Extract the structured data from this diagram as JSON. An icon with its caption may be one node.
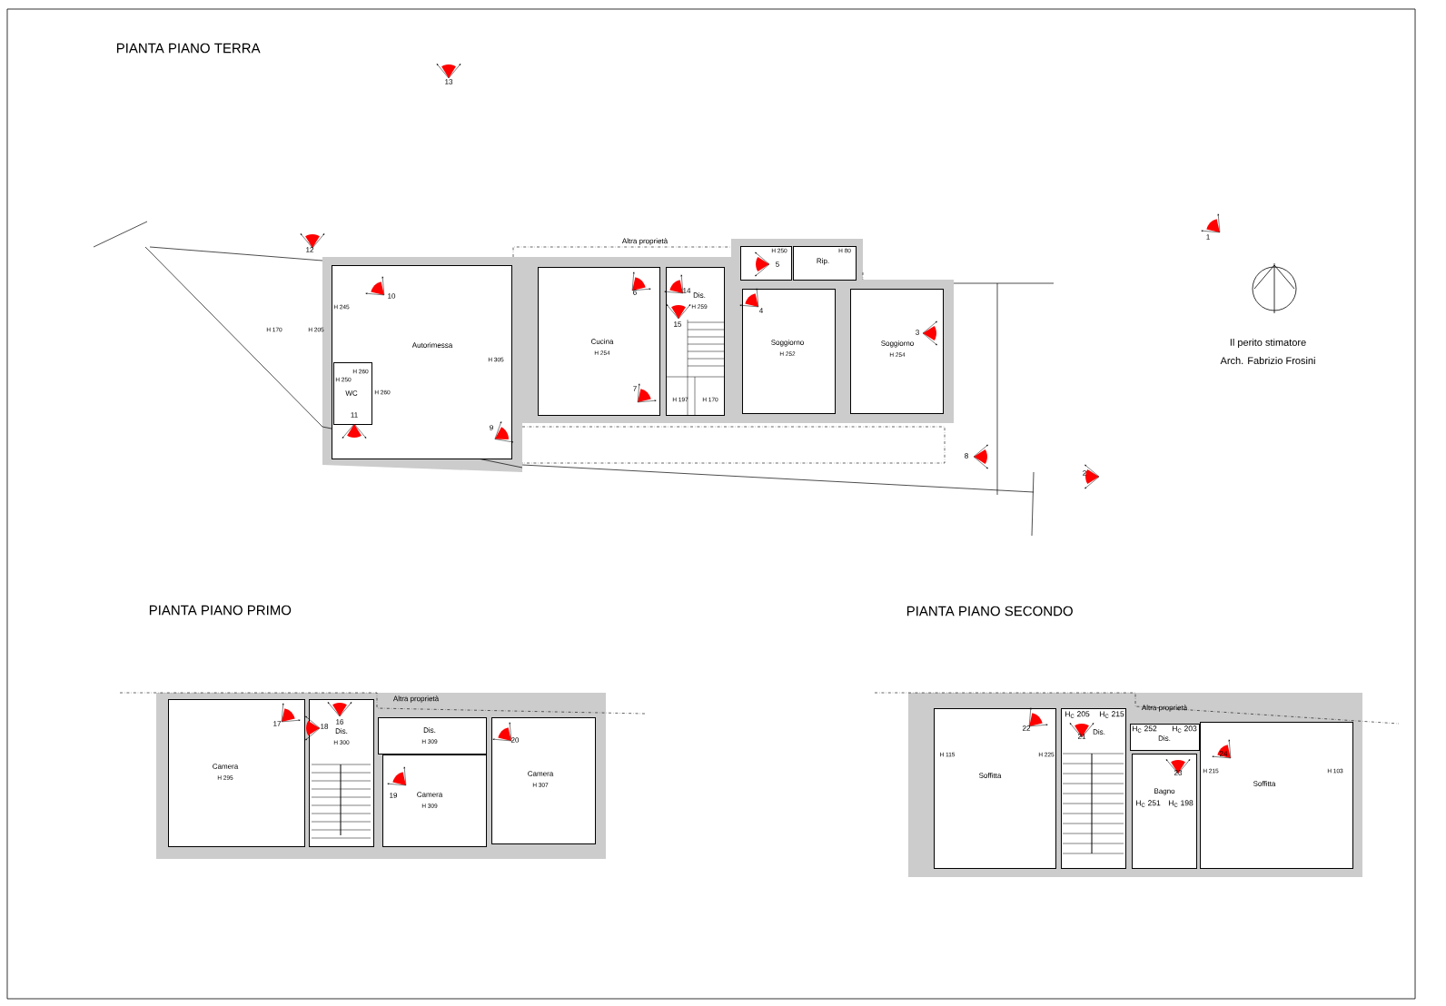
{
  "diagram": {
    "nodes": [
      {
        "text": [
          "Autorimessa"
        ]
      },
      {
        "text": [
          "WC"
        ],
        "in": 0
      },
      {
        "text": [
          "Cucina",
          "H 254"
        ]
      },
      {
        "text": [
          "Dis.",
          "H 259"
        ]
      },
      {
        "text": [],
        "shape": "box"
      },
      {
        "text": [
          "Rip."
        ]
      },
      {
        "text": [
          "Soggiorno",
          "H 252"
        ]
      },
      {
        "text": [
          "Soggiorno",
          "H 254"
        ]
      },
      {
        "text": [
          "Camera",
          "H 295"
        ]
      },
      {
        "text": [
          "Dis.",
          "H 300"
        ]
      },
      {
        "text": [
          "Dis.",
          "H 309"
        ]
      },
      {
        "text": [
          "Camera",
          "H 309"
        ]
      },
      {
        "text": [
          "Camera",
          "H 307"
        ]
      },
      {
        "text": [
          "Soffitta"
        ]
      },
      {
        "text": [
          "Dis."
        ]
      },
      {
        "text": [
          "Dis."
        ]
      },
      {
        "text": [
          "Bagno"
        ]
      },
      {
        "text": [
          "Soffitta"
        ]
      }
    ],
    "labels": [
      "PIANTA PIANO TERRA",
      "13",
      "12",
      "Altra proprietà",
      "H 250",
      "H 80",
      "1",
      "5",
      "10",
      "6",
      "14",
      "4",
      "H 245",
      "15",
      "3",
      "H 170",
      "H 205",
      "H 305",
      "H 250",
      "H 260",
      "H 260",
      "7",
      "H 197",
      "H 170",
      "11",
      "9",
      "8",
      "2",
      "Il perito stimatore",
      "Arch. Fabrizio Frosini",
      "PIANTA PIANO PRIMO",
      "PIANTA PIANO SECONDO",
      "Altra proprietà",
      "17",
      "18",
      "16",
      "20",
      "19",
      "Altra proprietà",
      "H$_{C}$ 205",
      "H$_{C}$ 215",
      "22",
      "21",
      "H$_{C}$ 252",
      "H$_{C}$ 203",
      "24",
      "23",
      "H 115",
      "H 225",
      "H 215",
      "H 103",
      "H$_{C}$ 251",
      "H$_{C}$ 198"
    ]
  }
}
